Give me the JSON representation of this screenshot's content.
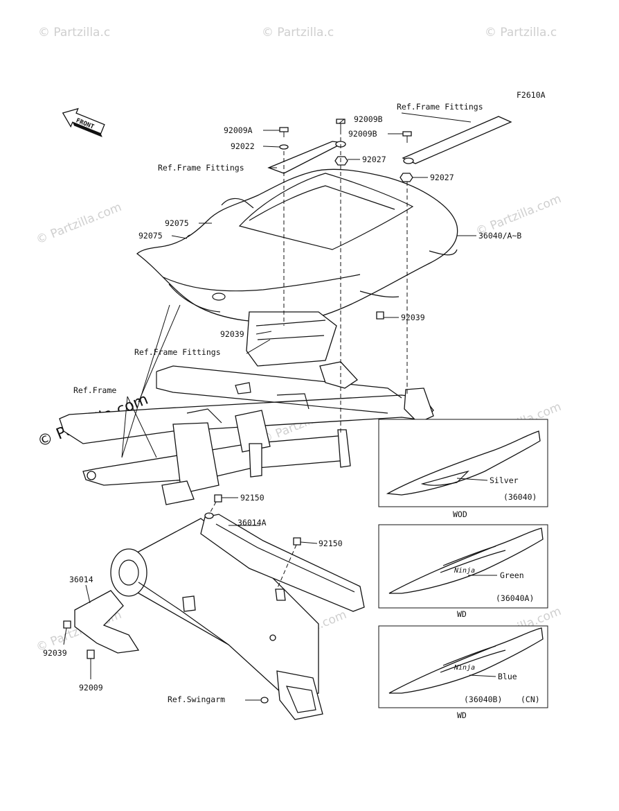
{
  "diagram": {
    "code": "F2610A",
    "front_label": "FRONT",
    "watermark": "© Partzilla.com",
    "watermark_short": "© Partzilla.c",
    "labels": {
      "ref_frame_fittings_top": "Ref.Frame Fittings",
      "p92009b_a": "92009B",
      "p92009a": "92009A",
      "p92009b_b": "92009B",
      "p92022": "92022",
      "p92027_a": "92027",
      "ref_frame_fittings_left": "Ref.Frame Fittings",
      "p92027_b": "92027",
      "p92075_a": "92075",
      "p36040ab": "36040/A~B",
      "p92075_b": "92075",
      "p92039_right": "92039",
      "p92039_center": "92039",
      "ref_frame_fittings_mid": "Ref.Frame Fittings",
      "ref_frame": "Ref.Frame",
      "p92150_a": "92150",
      "p36014a": "36014A",
      "p92150_b": "92150",
      "p36014": "36014",
      "p92039_left": "92039",
      "p92009": "92009",
      "ref_swingarm": "Ref.Swingarm"
    },
    "variants": [
      {
        "color": "Silver",
        "part": "(36040)",
        "model": "WOD",
        "extra": ""
      },
      {
        "color": "Green",
        "part": "(36040A)",
        "model": "WD",
        "extra": ""
      },
      {
        "color": "Blue",
        "part": "(36040B)",
        "model": "WD",
        "extra": "(CN)"
      }
    ],
    "decal_text": "Ninja"
  }
}
